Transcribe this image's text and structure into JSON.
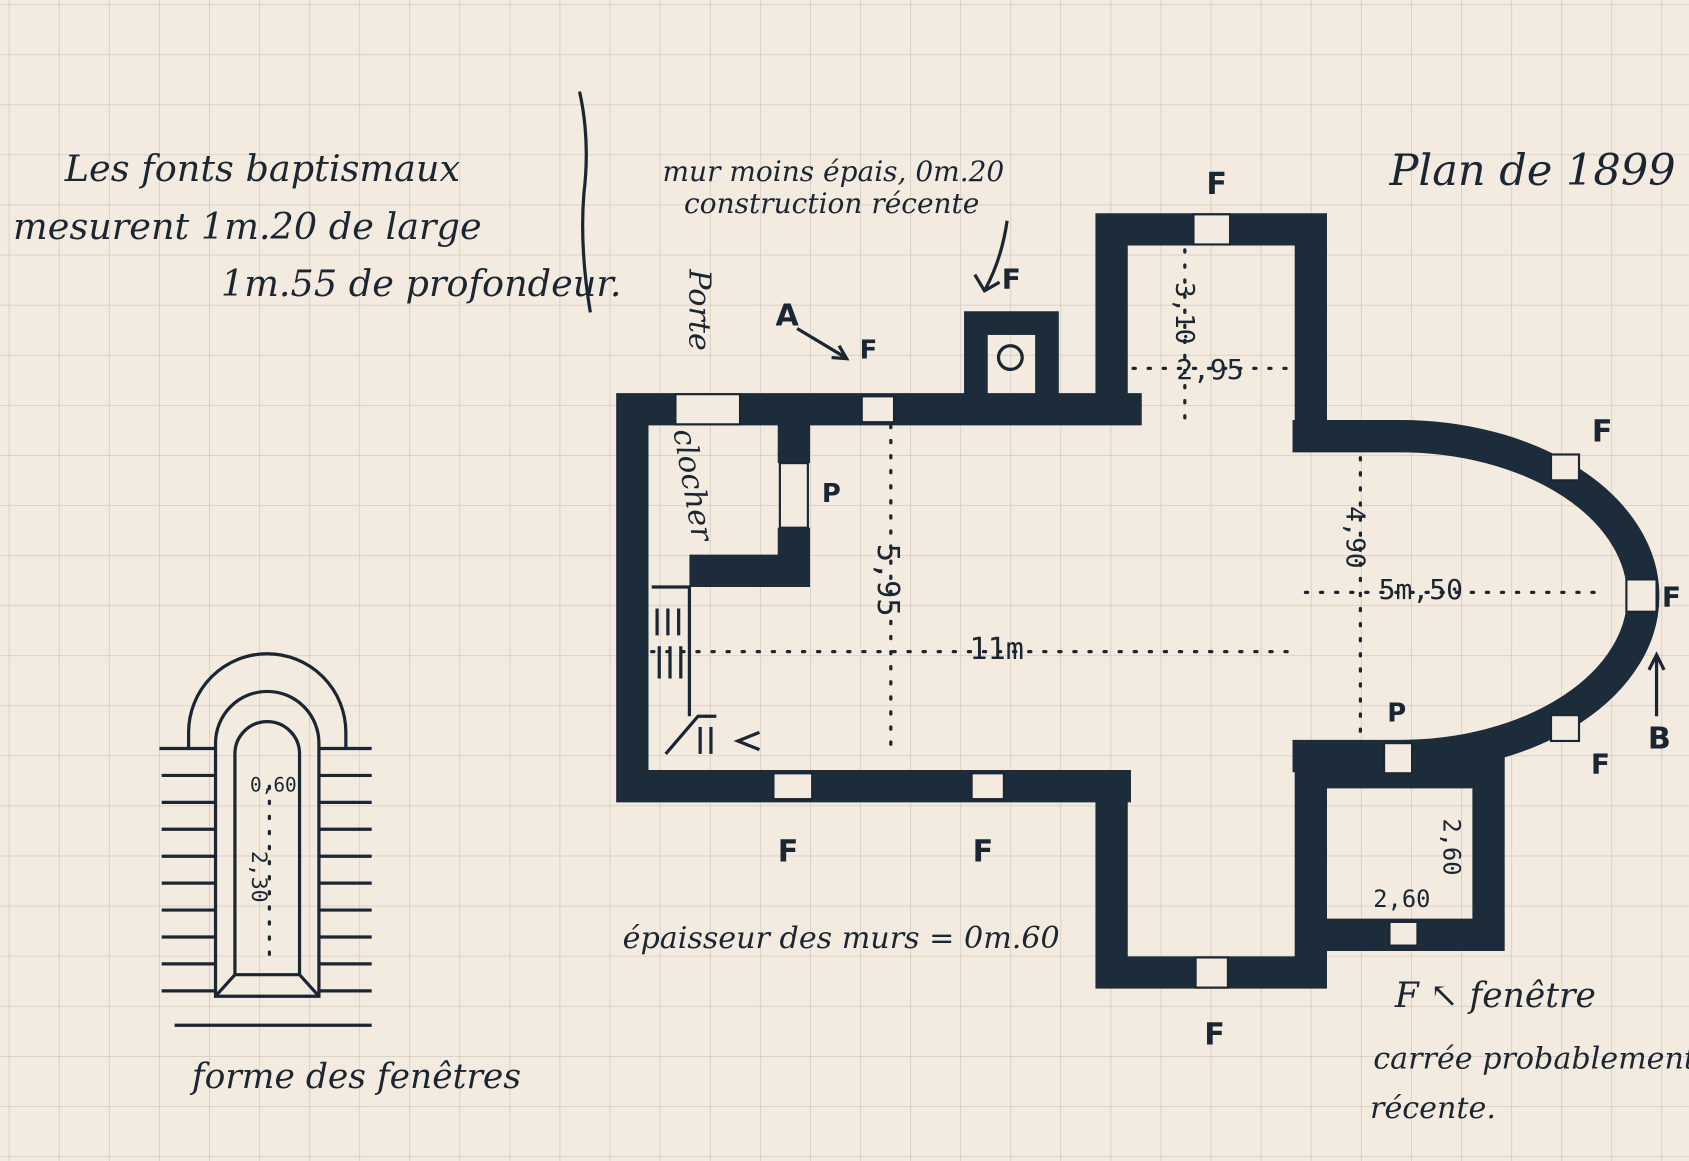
{
  "title": "Plan de 1899",
  "notes": {
    "fonts_line1": "Les fonts baptismaux",
    "fonts_line2": "mesurent 1m.20 de large",
    "fonts_line3": "1m.55 de profondeur.",
    "wall_note_line1": "mur moins épais, 0m.20",
    "wall_note_line2": "construction récente",
    "wall_thickness": "épaisseur des murs = 0m.60",
    "window_shape": "forme des fenêtres",
    "legend_line1": "F ↖ fenêtre",
    "legend_line2": "carrée probablement",
    "legend_line3": "récente."
  },
  "labels": {
    "porte": "Porte",
    "clocher": "clocher",
    "window": "F",
    "a": "A",
    "b": "B",
    "p": "P"
  },
  "dimensions": {
    "nave_length": "11m",
    "nave_width": "5,95",
    "north_transept_width": "2,95",
    "north_transept_depth": "3,10",
    "choir_width": "4,90",
    "apse_depth": "5m,50",
    "sacristy_width": "2,60",
    "sacristy_depth": "2,60",
    "window_top": "0,60",
    "window_height": "2,30"
  }
}
